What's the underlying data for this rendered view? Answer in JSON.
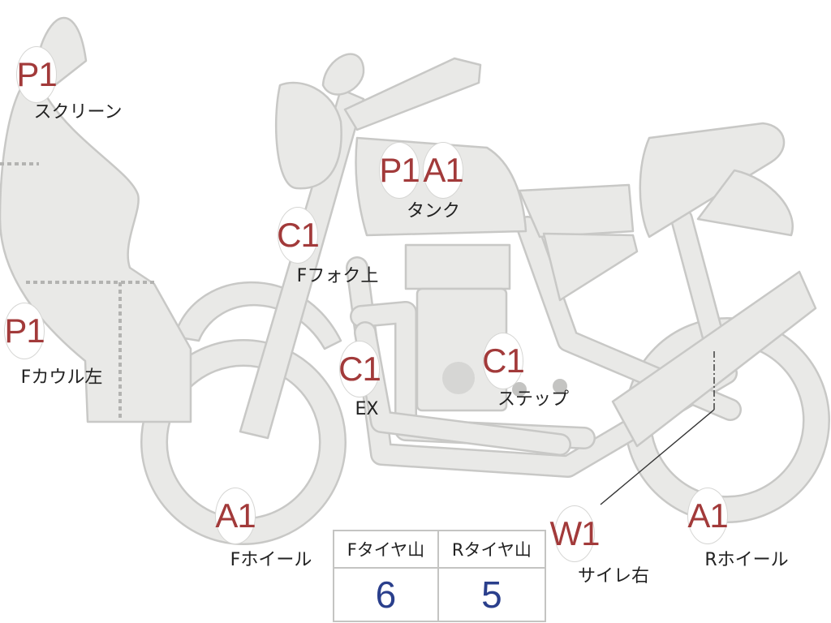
{
  "colors": {
    "badge_text": "#a23a3a",
    "value_text": "#2a3f8c",
    "part_fill": "#e9e9e7"
  },
  "callouts": {
    "screen": {
      "code": "P1",
      "label": "スクリーン"
    },
    "tank_p": {
      "code": "P1"
    },
    "tank_a": {
      "code": "A1",
      "label": "タンク"
    },
    "fork_upper": {
      "code": "C1",
      "label": "Fフォク上"
    },
    "cowl_left": {
      "code": "P1",
      "label": "Fカウル左"
    },
    "exhaust": {
      "code": "C1",
      "label": "EX"
    },
    "step": {
      "code": "C1",
      "label": "ステップ"
    },
    "front_wheel": {
      "code": "A1",
      "label": "Fホイール"
    },
    "silencer_right": {
      "code": "W1",
      "label": "サイレ右"
    },
    "rear_wheel": {
      "code": "A1",
      "label": "Rホイール"
    }
  },
  "tread_table": {
    "headers": [
      "Fタイヤ山",
      "Rタイヤ山"
    ],
    "values": [
      "6",
      "5"
    ]
  }
}
